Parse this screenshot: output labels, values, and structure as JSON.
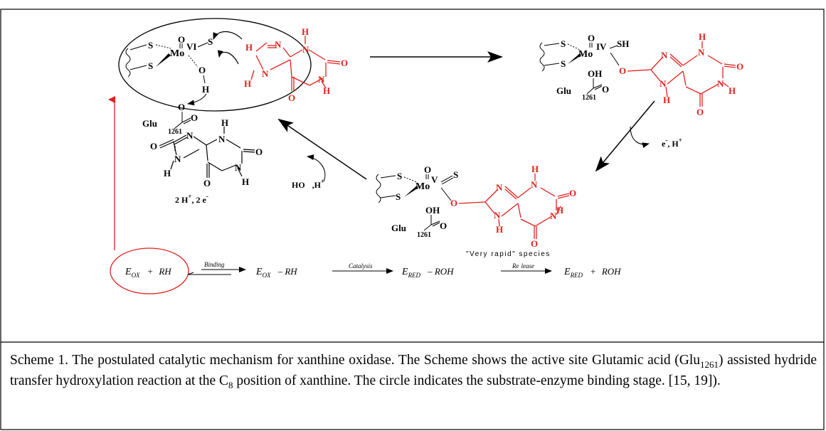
{
  "colors": {
    "black": "#000000",
    "red": "#e0201b",
    "background": "#ffffff"
  },
  "labels": {
    "glu": "Glu",
    "glu_num": "1261",
    "mo": "Mo",
    "ox_vi": "VI",
    "ox_iv": "IV",
    "ox_v": "V",
    "o": "O",
    "s": "S",
    "sh": "SH",
    "h": "H",
    "n": "N",
    "oh": "OH",
    "electron_proton": "e",
    "electron_sup": "-",
    "proton_h": ", H",
    "plus": "+",
    "ho": "HO",
    "comma_h": ",H",
    "products_a": "2 H",
    "products_b": ", 2 e",
    "very_rapid": "\"Very rapid\" species"
  },
  "equation": {
    "e_ox": "E",
    "ox_sub": "OX",
    "red_sub": "RED",
    "plus": "+",
    "rh": "RH",
    "dash_rh": "–  RH",
    "dash_roh": "–  ROH",
    "roh": "ROH",
    "binding": "Binding",
    "catalysis": "Catalysis",
    "release_a": "Re",
    "release_b": "lease"
  },
  "caption": {
    "part1": "Scheme 1. The postulated catalytic mechanism for xanthine oxidase. The Scheme shows the active site Glutamic acid (Glu",
    "sub1": "1261",
    "part2": ") assisted hydride transfer hydroxylation reaction at the C",
    "sub2": "8",
    "part3": " position of xanthine. The circle indicates the substrate-enzyme binding stage. [15, 19])."
  }
}
